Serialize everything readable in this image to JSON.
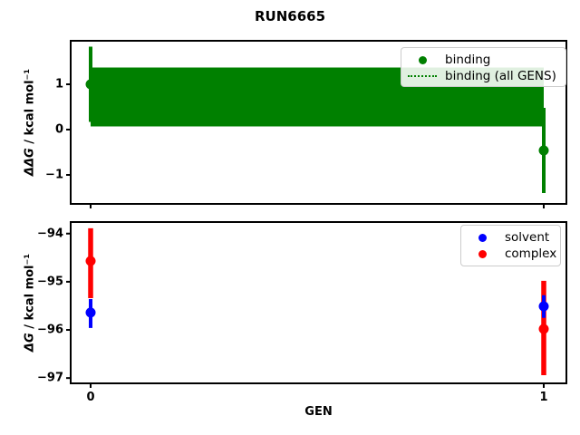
{
  "title": "RUN6665",
  "colors": {
    "binding_green": "#008000",
    "solvent_blue": "#0000ff",
    "complex_red": "#ff0000",
    "axis_black": "#000000",
    "legend_border": "#cccccc"
  },
  "chart_data": [
    {
      "type": "scatter",
      "subplot": "top",
      "ylabel_math": "ΔΔG",
      "ylabel_unit": " / kcal mol⁻¹",
      "xlim": [
        -0.044,
        1.05
      ],
      "ylim": [
        -1.64,
        1.96
      ],
      "xticks": [
        0,
        1
      ],
      "xtick_labels": [
        "",
        ""
      ],
      "yticks": [
        1,
        0,
        -1
      ],
      "ytick_labels": [
        "1",
        "0",
        "−1"
      ],
      "grid": false,
      "legend_position": "upper right",
      "band": {
        "label": "binding (all GENS)",
        "x_range": [
          0,
          1
        ],
        "lo": 0.07,
        "hi": 1.37,
        "center": 0.72,
        "color": "#008000",
        "line_style": "dotted"
      },
      "series": [
        {
          "name": "binding",
          "color": "#008000",
          "marker": "circle",
          "line_width": 4,
          "points": [
            {
              "x": 0,
              "y": 1.0,
              "err_lo": 0.17,
              "err_hi": 1.83
            },
            {
              "x": 1,
              "y": -0.46,
              "err_lo": -1.4,
              "err_hi": 0.48
            }
          ]
        }
      ],
      "legend": [
        {
          "label": "binding",
          "icon": "dot",
          "color": "#008000"
        },
        {
          "label": "binding (all GENS)",
          "icon": "dotted-line",
          "color": "#008000"
        }
      ]
    },
    {
      "type": "scatter",
      "subplot": "bottom",
      "xlabel": "GEN",
      "ylabel_math": "ΔG",
      "ylabel_unit": " / kcal mol⁻¹",
      "xlim": [
        -0.044,
        1.05
      ],
      "ylim": [
        -97.11,
        -93.76
      ],
      "xticks": [
        0,
        1
      ],
      "xtick_labels": [
        "0",
        "1"
      ],
      "yticks": [
        -94,
        -95,
        -96,
        -97
      ],
      "ytick_labels": [
        "−94",
        "−95",
        "−96",
        "−97"
      ],
      "grid": false,
      "legend_position": "upper right",
      "series": [
        {
          "name": "complex",
          "color": "#ff0000",
          "marker": "circle",
          "line_width": 5.5,
          "points": [
            {
              "x": 0,
              "y": -94.57,
              "err_lo": -95.34,
              "err_hi": -93.89
            },
            {
              "x": 1,
              "y": -95.98,
              "err_lo": -96.94,
              "err_hi": -94.98
            }
          ]
        },
        {
          "name": "solvent",
          "color": "#0000ff",
          "marker": "circle",
          "line_width": 4,
          "points": [
            {
              "x": 0,
              "y": -95.64,
              "err_lo": -95.96,
              "err_hi": -95.36
            },
            {
              "x": 1,
              "y": -95.51,
              "err_lo": -95.75,
              "err_hi": -95.28
            }
          ]
        }
      ],
      "legend": [
        {
          "label": "solvent",
          "icon": "dot",
          "color": "#0000ff"
        },
        {
          "label": "complex",
          "icon": "dot",
          "color": "#ff0000"
        }
      ]
    }
  ]
}
